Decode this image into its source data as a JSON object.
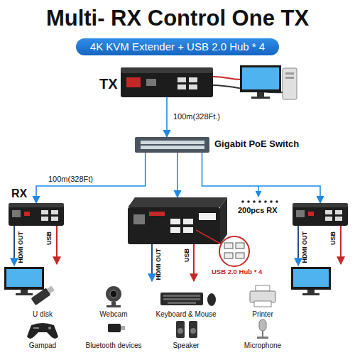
{
  "diagram": {
    "title": "Multi- RX Control One TX",
    "nodes": [
      {
        "text": [
          "TX"
        ]
      },
      {
        "text": [
          "Gigabit PoE Switch"
        ]
      },
      {
        "text": [
          "RX",
          "HDMI OUT",
          "USB"
        ]
      },
      {
        "text": [
          "HDMI OUT",
          "USB",
          "USB 2.0 Hub * 4"
        ]
      },
      {
        "text": [
          "HDMI OUT",
          "USB"
        ]
      }
    ],
    "edges": [
      {
        "from": 0,
        "to": 1,
        "arrow": "to",
        "label": "100m(328Ft.)"
      },
      {
        "from": 1,
        "to": 2,
        "arrow": "to",
        "label": "100m(328Ft)"
      },
      {
        "from": 1,
        "to": 3,
        "arrow": "to"
      },
      {
        "from": 1,
        "to": 4,
        "arrow": "to"
      }
    ],
    "labels": [
      "4K KVM Extender + USB 2.0 Hub * 4",
      "200pcs RX",
      "U disk",
      "Webcam",
      "Keyboard & Mouse",
      "Printer",
      "Gampad",
      "Bluetooth devices",
      "Speaker",
      "Microphone"
    ]
  }
}
